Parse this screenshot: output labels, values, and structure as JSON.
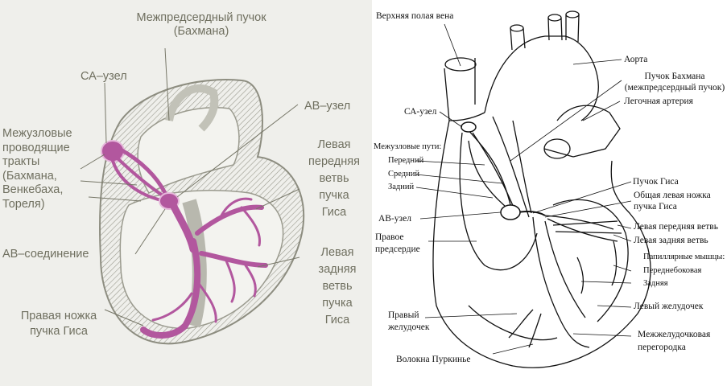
{
  "left_diagram": {
    "labels": {
      "bachmann_bundle": "Межпредсердный пучок\n(Бахмана)",
      "sa_node": "СА–узел",
      "av_node": "АВ–узел",
      "internodal_tracts": "Межузловые\nпроводящие\nтракты\n(Бахмана,\nВенкебаха,\nТореля)",
      "av_junction": "АВ–соединение",
      "left_anterior_branch": "Левая\nпередняя\nветвь\nпучка\nГиса",
      "left_posterior_branch": "Левая\nзадняя\nветвь\nпучка\nГиса",
      "right_bundle_branch": "Правая ножка\nпучка Гиса"
    }
  },
  "right_diagram": {
    "labels": {
      "superior_vena_cava": "Верхняя полая вена",
      "aorta": "Аорта",
      "bachmann_bundle": "Пучок Бахмана\n(межпредсердный пучок)",
      "pulmonary_artery": "Легочная артерия",
      "sa_node": "СА-узел",
      "internodal_pathways": "Межузловые пути:",
      "anterior": "Передний",
      "middle": "Средний",
      "posterior": "Задний",
      "his_bundle": "Пучок Гиса",
      "common_left_branch": "Общая левая ножка\nпучка Гиса",
      "av_node": "АВ-узел",
      "left_anterior_branch": "Левая передняя ветвь",
      "right_atrium": "Правое\nпредсердие",
      "left_posterior_branch": "Левая задняя ветвь",
      "papillary_muscles": "Папиллярные мышцы:",
      "anterolateral": "Переднебоковая",
      "posterior_muscle": "Задняя",
      "left_ventricle": "Левый желудочек",
      "right_ventricle": "Правый\nжелудочек",
      "interventricular_septum": "Межжелудочковая\nперегородка",
      "purkinje_fibers": "Волокна Пуркинье"
    }
  }
}
